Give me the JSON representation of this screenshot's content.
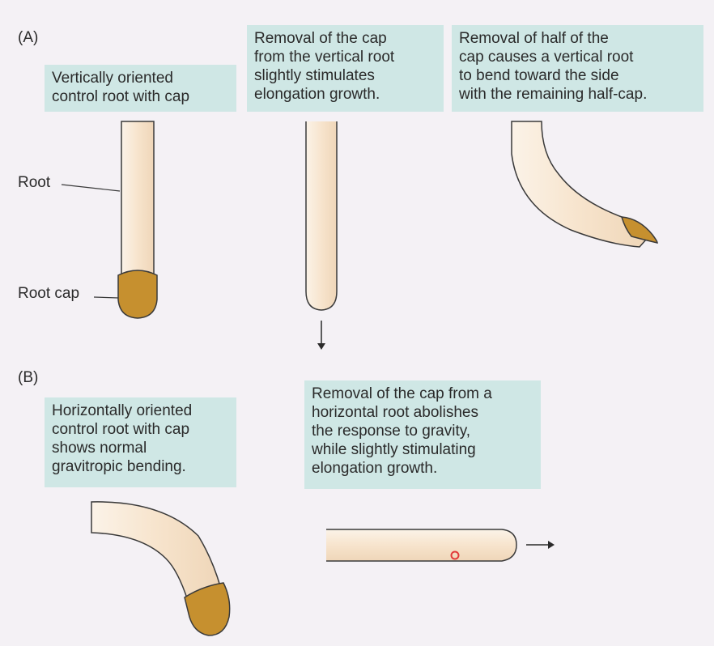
{
  "panel_a": {
    "label": "(A)",
    "captions": {
      "control": "Vertically oriented\ncontrol root with cap",
      "removal": "Removal of the cap\nfrom the vertical root\nslightly stimulates\nelongation growth.",
      "half": "Removal of half of the\ncap causes a vertical root\nto bend toward the side\nwith the remaining half-cap."
    },
    "labels": {
      "root": "Root",
      "root_cap": "Root cap"
    }
  },
  "panel_b": {
    "label": "(B)",
    "captions": {
      "control": "Horizontally oriented\ncontrol root with cap\nshows normal\ngravitropic bending.",
      "removal": "Removal of the cap from a\nhorizontal root abolishes\nthe response to gravity,\nwhile slightly stimulating\nelongation growth."
    }
  },
  "colors": {
    "background": "#f4f1f5",
    "caption_bg": "#cfe7e5",
    "root_fill": "#f7e6d0",
    "cap_fill": "#c6902f",
    "outline": "#3a3a3a"
  }
}
